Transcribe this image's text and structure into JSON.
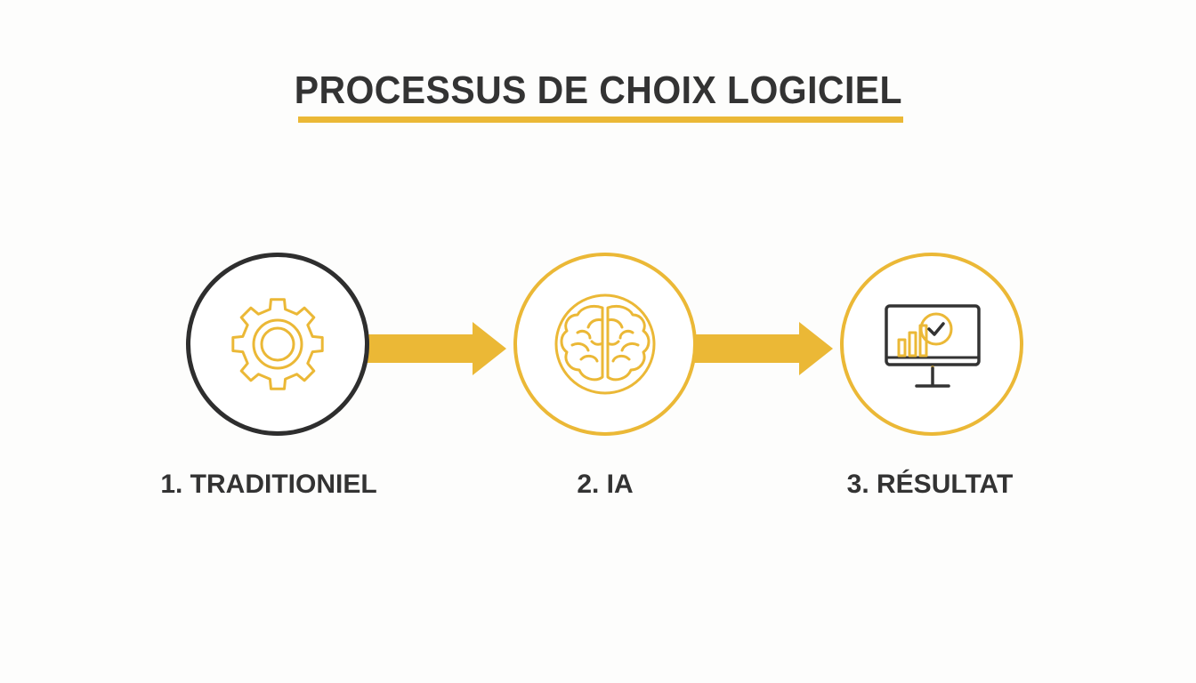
{
  "title": "PROCESSUS DE CHOIX LOGICIEL",
  "colors": {
    "accent": "#ebb836",
    "text": "#333333",
    "dark_ring": "#2e2e2e"
  },
  "steps": [
    {
      "label": "1. TRADITIONIEL",
      "icon": "gear-icon"
    },
    {
      "label": "2. IA",
      "icon": "brain-icon"
    },
    {
      "label": "3. RÉSULTAT",
      "icon": "monitor-check-icon"
    }
  ]
}
